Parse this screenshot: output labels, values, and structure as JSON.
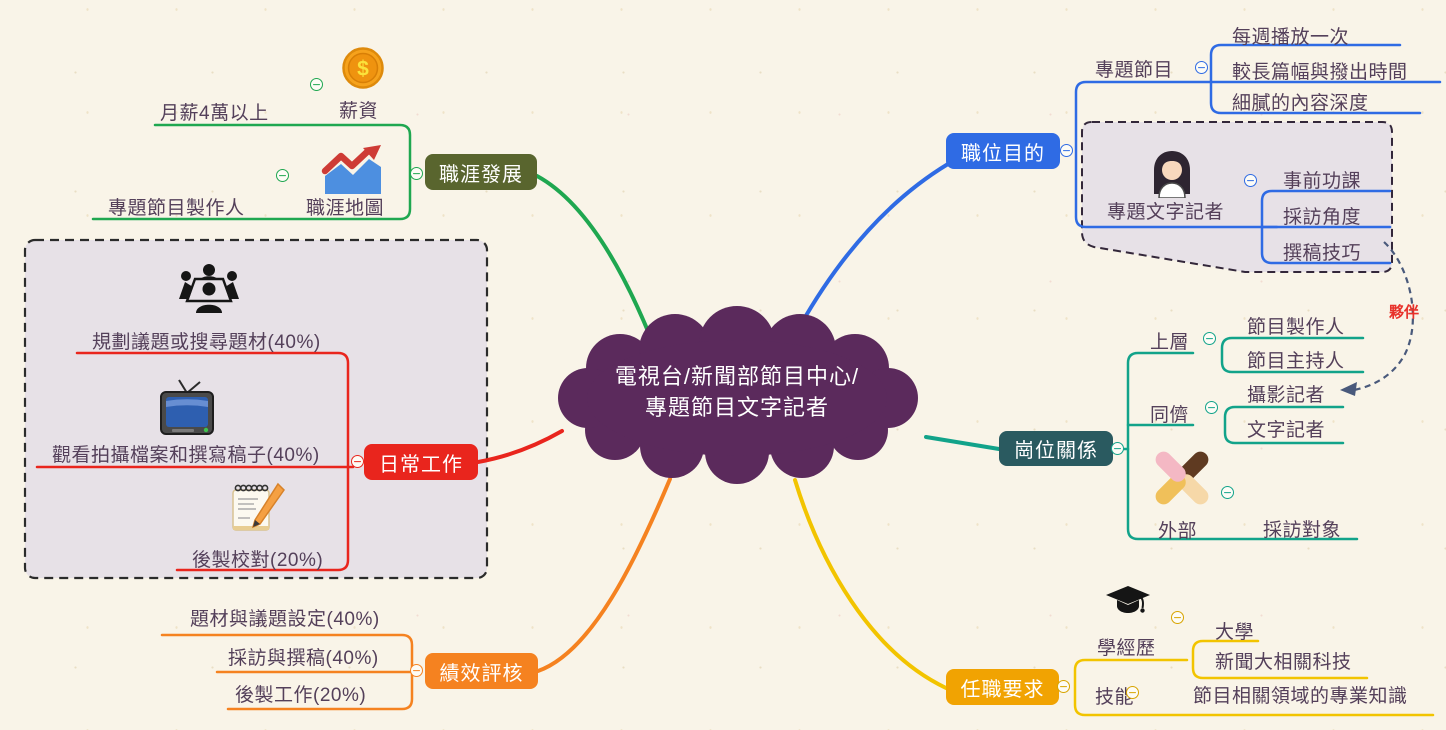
{
  "center": {
    "line1": "電視台/新聞部節目中心/",
    "line2": "專題節目文字記者",
    "cloud_color": "#5B2A5C"
  },
  "branches": {
    "career": {
      "label": "職涯發展",
      "line_color": "#1FA750",
      "box_color": "#59652E",
      "salary": {
        "label": "薪資",
        "icon": "dollar-coin-icon",
        "child": "月薪4萬以上"
      },
      "map": {
        "label": "職涯地圖",
        "icon": "trend-chart-icon",
        "child": "專題節目製作人"
      }
    },
    "daily": {
      "label": "日常工作",
      "line_color": "#E9251D",
      "items": [
        {
          "label": "規劃議題或搜尋題材(40%)",
          "icon": "meeting-icon"
        },
        {
          "label": "觀看拍攝檔案和撰寫稿子(40%)",
          "icon": "tv-icon"
        },
        {
          "label": "後製校對(20%)",
          "icon": "notepad-icon"
        }
      ]
    },
    "performance": {
      "label": "績效評核",
      "line_color": "#F58220",
      "items": [
        "題材與議題設定(40%)",
        "採訪與撰稿(40%)",
        "後製工作(20%)"
      ]
    },
    "purpose": {
      "label": "職位目的",
      "line_color": "#2F6BE4",
      "program": {
        "label": "專題節目",
        "children": [
          "每週播放一次",
          "較長篇幅與撥出時間",
          "細膩的內容深度"
        ]
      },
      "reporter": {
        "label": "專題文字記者",
        "icon": "woman-avatar-icon",
        "children": [
          "事前功課",
          "採訪角度",
          "撰稿技巧"
        ]
      }
    },
    "relations": {
      "label": "崗位關係",
      "line_color": "#12A38A",
      "box_color": "#2A5A60",
      "upper": {
        "label": "上層",
        "children": [
          "節目製作人",
          "節目主持人"
        ]
      },
      "peer": {
        "label": "同儕",
        "children": [
          "攝影記者",
          "文字記者"
        ]
      },
      "external": {
        "label": "外部",
        "icon": "hands-together-icon",
        "child": "採訪對象"
      },
      "annotation": {
        "label": "夥伴",
        "color": "#E8312A"
      }
    },
    "requirements": {
      "label": "任職要求",
      "line_color": "#F2C400",
      "box_color": "#F1A302",
      "education": {
        "label": "學經歷",
        "icon": "graduation-cap-icon",
        "children": [
          "大學",
          "新聞大相關科技"
        ]
      },
      "skill": {
        "label": "技能",
        "child": "節目相關領域的專業知識"
      }
    }
  }
}
